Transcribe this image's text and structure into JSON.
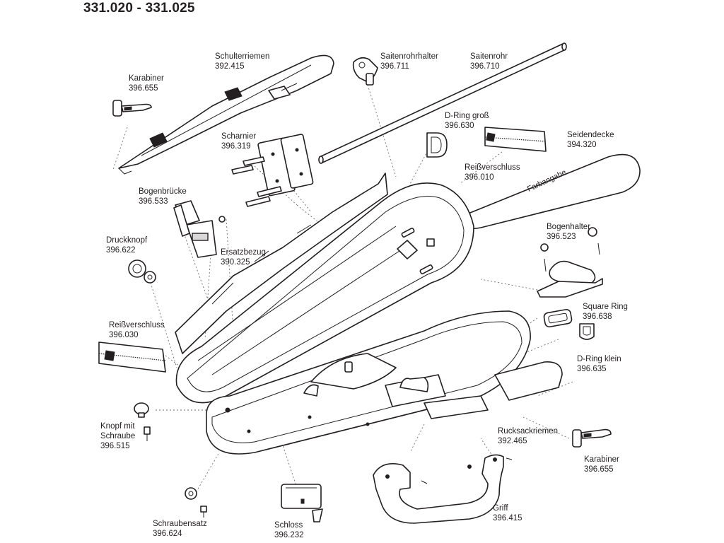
{
  "title": "331.020 - 331.025",
  "parts": [
    {
      "id": "schulterriemen",
      "name": "Schulterriemen",
      "number": "392.415"
    },
    {
      "id": "saitenrohrhalter",
      "name": "Saitenrohrhalter",
      "number": "396.711"
    },
    {
      "id": "saitenrohr",
      "name": "Saitenrohr",
      "number": "396.710"
    },
    {
      "id": "karabiner-top",
      "name": "Karabiner",
      "number": "396.655"
    },
    {
      "id": "d-ring-gross",
      "name": "D-Ring groß",
      "number": "396.630"
    },
    {
      "id": "seidendecke",
      "name": "Seidendecke",
      "number": "394.320"
    },
    {
      "id": "scharnier",
      "name": "Scharnier",
      "number": "396.319"
    },
    {
      "id": "reissverschluss-top",
      "name": "Reißverschluss",
      "number": "396.010"
    },
    {
      "id": "bogenbruecke",
      "name": "Bogenbrücke",
      "number": "396.533"
    },
    {
      "id": "bogenhalter",
      "name": "Bogenhalter",
      "number": "396.523"
    },
    {
      "id": "druckknopf",
      "name": "Druckknopf",
      "number": "396.622"
    },
    {
      "id": "ersatzbezug",
      "name": "Ersatzbezug",
      "number": "390.325"
    },
    {
      "id": "square-ring",
      "name": "Square Ring",
      "number": "396.638"
    },
    {
      "id": "reissverschluss-left",
      "name": "Reißverschluss",
      "number": "396.030"
    },
    {
      "id": "d-ring-klein",
      "name": "D-Ring klein",
      "number": "396.635"
    },
    {
      "id": "knopf-mit-schraube",
      "name_line1": "Knopf mit",
      "name_line2": "Schraube",
      "number": "396.515"
    },
    {
      "id": "rucksackriemen",
      "name": "Rucksackriemen",
      "number": "392.465"
    },
    {
      "id": "karabiner-bottom",
      "name": "Karabiner",
      "number": "396.655"
    },
    {
      "id": "griff",
      "name": "Griff",
      "number": "396.415"
    },
    {
      "id": "schraubensatz",
      "name": "Schraubensatz",
      "number": "396.624"
    },
    {
      "id": "schloss",
      "name": "Schloss",
      "number": "396.232"
    }
  ],
  "seidendecke_print": "Farbangabe"
}
